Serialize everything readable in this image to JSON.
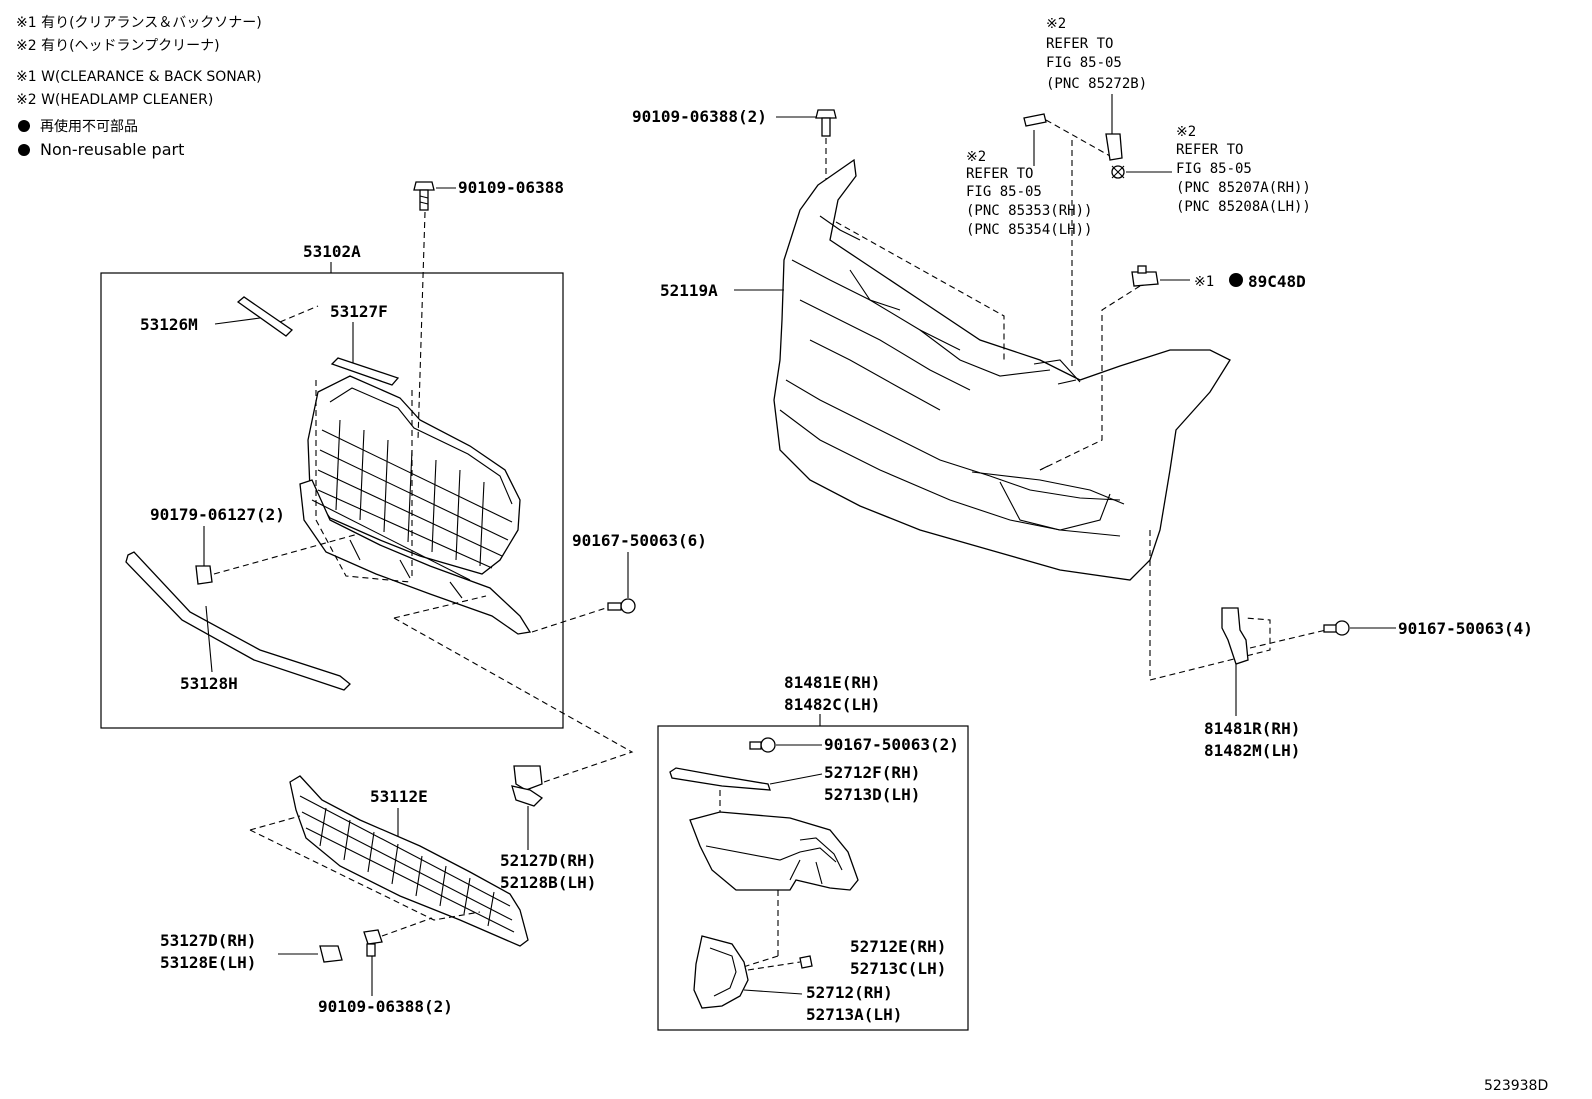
{
  "legend": {
    "line1": "※1 有り(クリアランス＆バックソナー)",
    "line2": "※2 有り(ヘッドランプクリーナ)",
    "line3": "※1 W(CLEARANCE & BACK SONAR)",
    "line4": "※2 W(HEADLAMP CLEANER)",
    "line5": "再使用不可部品",
    "line6": "Non-reusable part"
  },
  "labels": {
    "p90109_top": "90109-06388",
    "p53102A": "53102A",
    "p53126M": "53126M",
    "p53127F": "53127F",
    "p90179": "90179-06127(2)",
    "p90167_mid": "90167-50063(6)",
    "p53128H": "53128H",
    "p90109_bumper": "90109-06388(2)",
    "p52119A": "52119A",
    "ref1_mark": "※2",
    "ref1_l1": "REFER TO",
    "ref1_l2": "FIG 85-05",
    "ref1_l3": "(PNC 85272B)",
    "ref2_mark": "※2",
    "ref2_l1": "REFER TO",
    "ref2_l2": "FIG 85-05",
    "ref2_l3": "(PNC 85353(RH))",
    "ref2_l4": "(PNC 85354(LH))",
    "ref3_mark": "※2",
    "ref3_l1": "REFER TO",
    "ref3_l2": "FIG 85-05",
    "ref3_l3": "(PNC 85207A(RH))",
    "ref3_l4": "(PNC 85208A(LH))",
    "sensor_mark": "※1",
    "p89C48D": "89C48D",
    "p90167_right": "90167-50063(4)",
    "p81481R": "81481R(RH)",
    "p81482M": "81482M(LH)",
    "p81481E": "81481E(RH)",
    "p81482C": "81482C(LH)",
    "p90167_box": "90167-50063(2)",
    "p52712F": "52712F(RH)",
    "p52713D": "52713D(LH)",
    "p52712E": "52712E(RH)",
    "p52713C": "52713C(LH)",
    "p52712": "52712(RH)",
    "p52713A": "52713A(LH)",
    "p53112E": "53112E",
    "p52127D": "52127D(RH)",
    "p52128B": "52128B(LH)",
    "p53127D": "53127D(RH)",
    "p53128E": "53128E(LH)",
    "p90109_bottom": "90109-06388(2)",
    "drawing_no": "523938D"
  }
}
